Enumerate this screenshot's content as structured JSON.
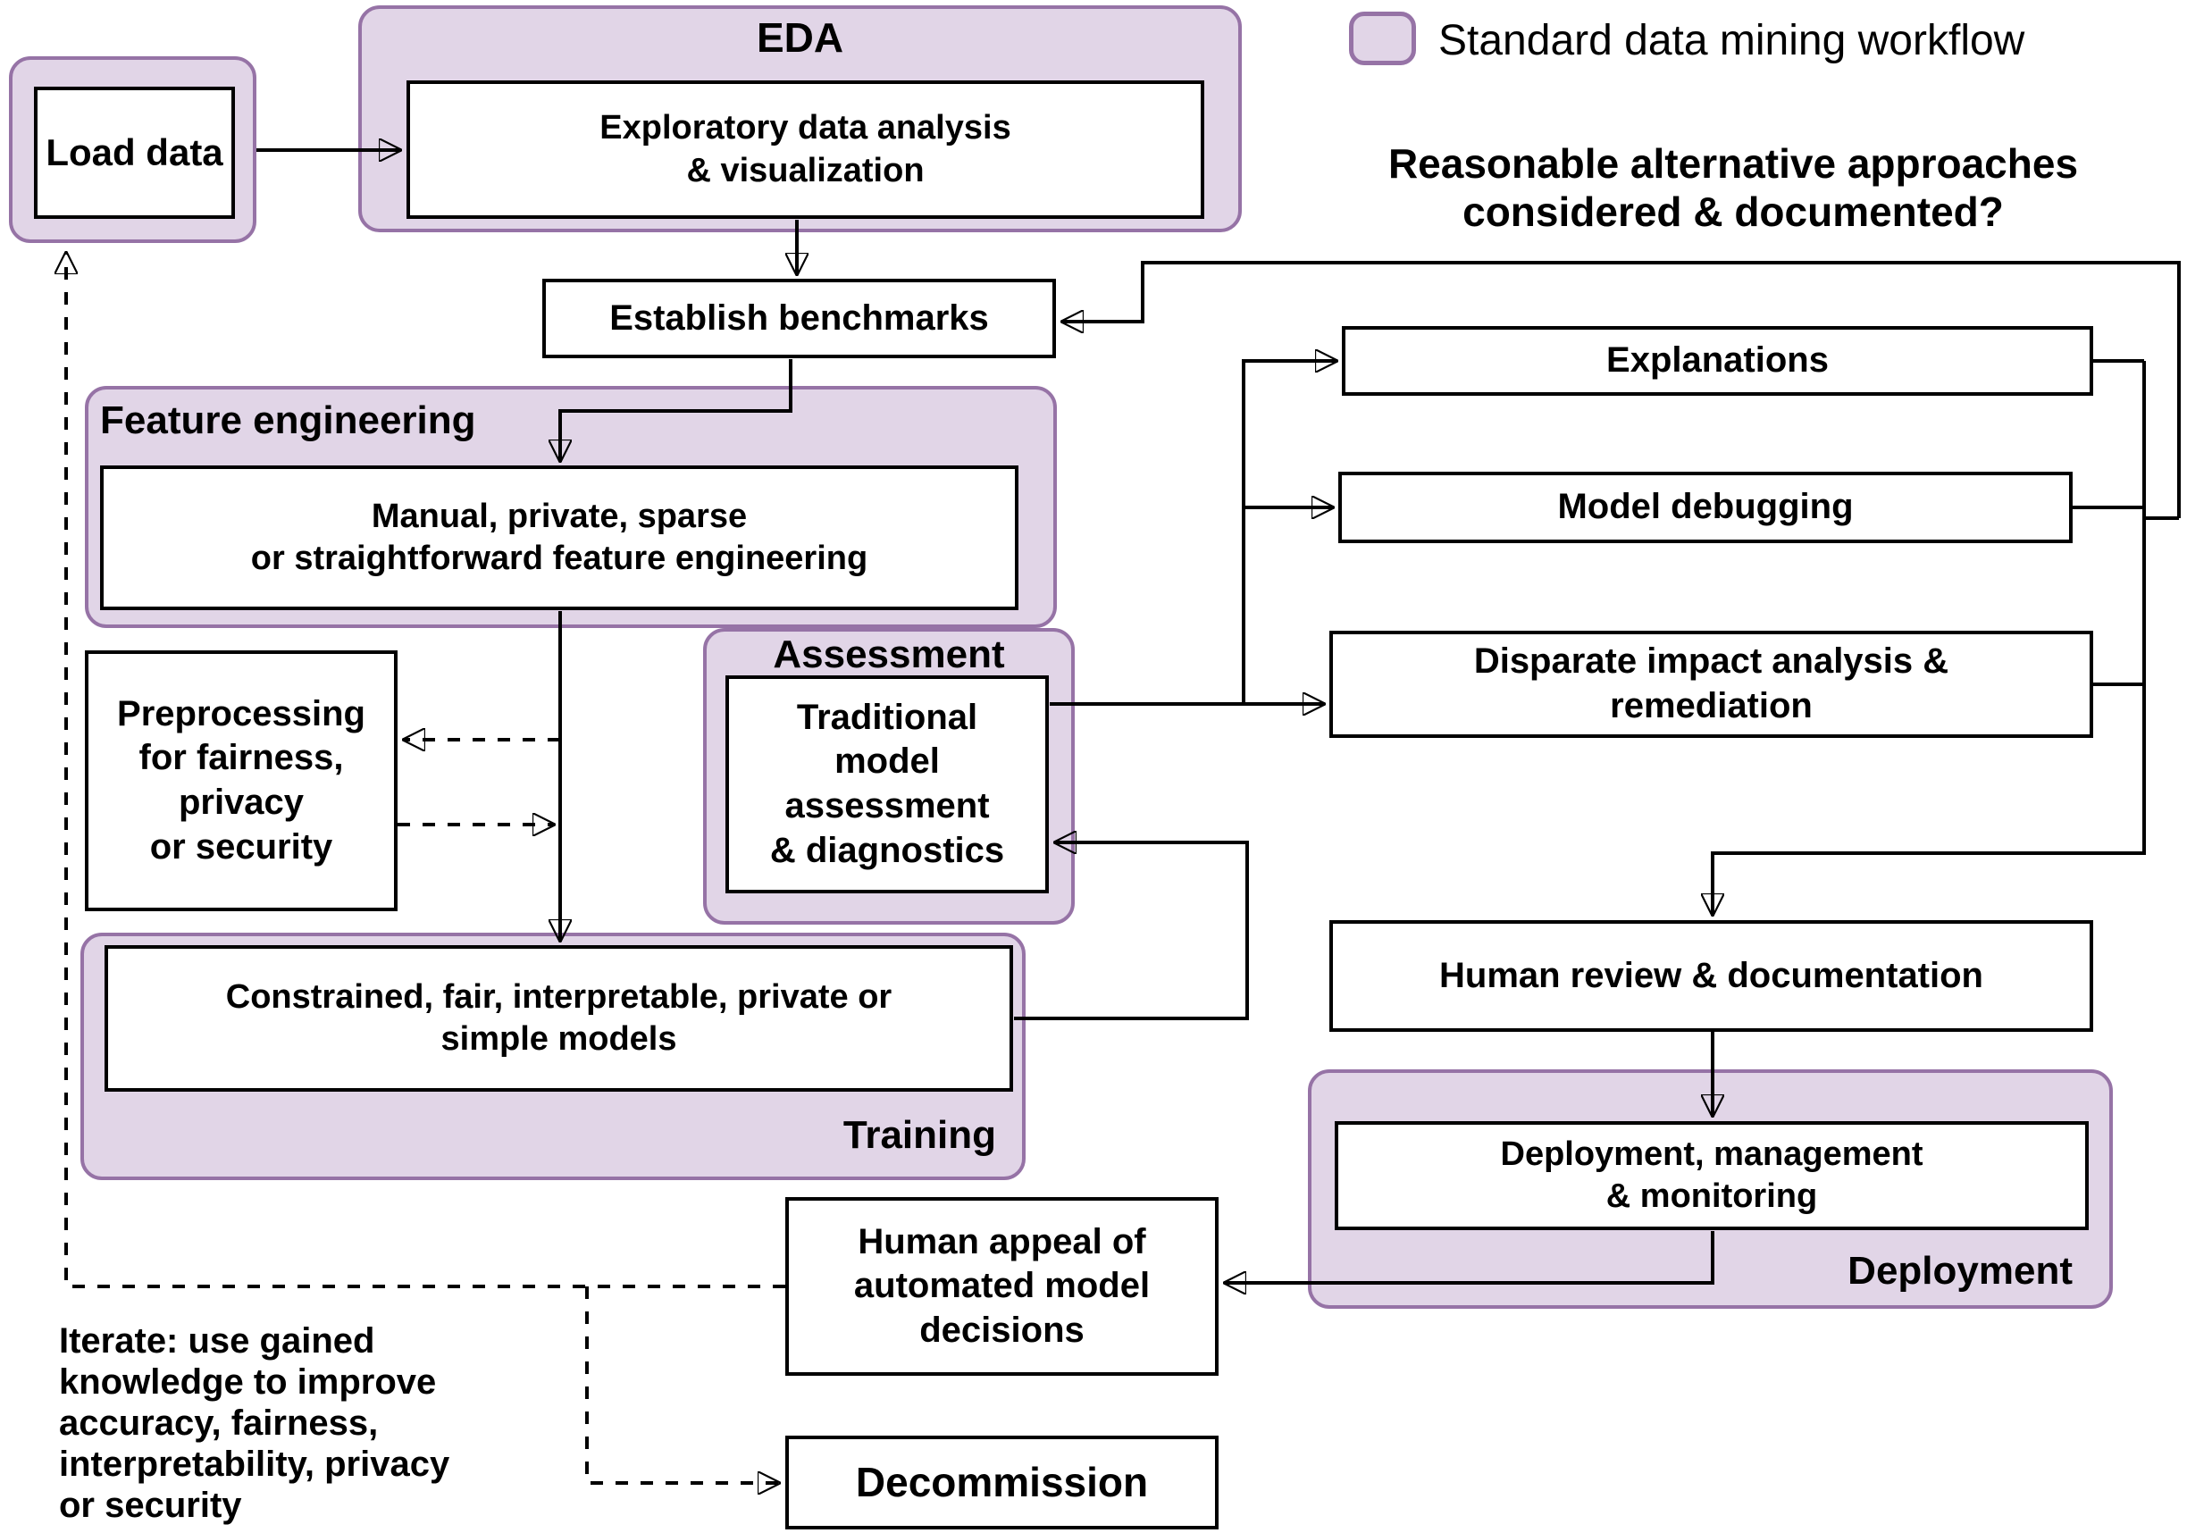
{
  "colors": {
    "container_fill": "#E1D5E7",
    "container_stroke": "#9673A6",
    "box_fill": "#FFFFFF",
    "box_stroke": "#000000",
    "line_color": "#000000",
    "text_color": "#000000"
  },
  "legend": {
    "label": "Standard data mining workflow",
    "swatch": "purple-rounded-rectangle"
  },
  "question": {
    "text": "Reasonable alternative approaches\nconsidered & documented?"
  },
  "containers": {
    "load": {
      "title": ""
    },
    "eda": {
      "title": "EDA"
    },
    "feature_engineering": {
      "title": "Feature engineering"
    },
    "assessment": {
      "title": "Assessment"
    },
    "training": {
      "title": "Training"
    },
    "deployment": {
      "title": "Deployment"
    }
  },
  "nodes": {
    "load_data": {
      "label": "Load data"
    },
    "eda": {
      "label": "Exploratory data analysis\n& visualization"
    },
    "establish_benchmarks": {
      "label": "Establish benchmarks"
    },
    "feature_engineering": {
      "label": "Manual, private, sparse\nor straightforward feature engineering"
    },
    "preprocessing": {
      "label": "Preprocessing\nfor fairness,\nprivacy\nor security"
    },
    "assessment": {
      "label": "Traditional\nmodel\nassessment\n& diagnostics"
    },
    "training": {
      "label": "Constrained, fair, interpretable, private or\nsimple models"
    },
    "explanations": {
      "label": "Explanations"
    },
    "model_debugging": {
      "label": "Model debugging"
    },
    "disparate_impact": {
      "label": "Disparate impact analysis &\nremediation"
    },
    "human_review": {
      "label": "Human review & documentation"
    },
    "deployment": {
      "label": "Deployment, management\n& monitoring"
    },
    "human_appeal": {
      "label": "Human appeal of\nautomated model\ndecisions"
    },
    "decommission": {
      "label": "Decommission"
    }
  },
  "annotations": {
    "iterate": "Iterate: use gained\nknowledge to improve\naccuracy, fairness,\ninterpretability, privacy\nor security"
  }
}
